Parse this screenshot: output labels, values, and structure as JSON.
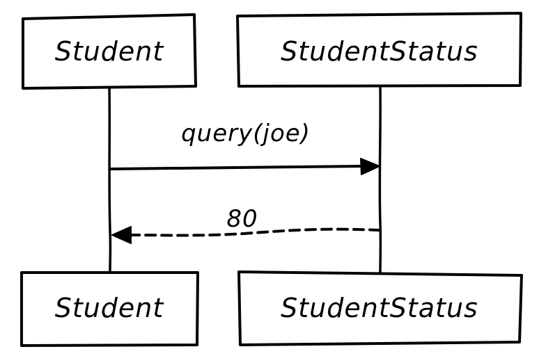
{
  "participants_top": [
    {
      "name": "Student"
    },
    {
      "name": "StudentStatus"
    }
  ],
  "participants_bottom": [
    {
      "name": "Student"
    },
    {
      "name": "StudentStatus"
    }
  ],
  "messages": [
    {
      "label": "query(joe)",
      "from": "Student",
      "to": "StudentStatus",
      "style": "solid"
    },
    {
      "label": "80",
      "from": "StudentStatus",
      "to": "Student",
      "style": "dashed"
    }
  ],
  "colors": {
    "stroke": "#000000",
    "background": "#ffffff"
  }
}
